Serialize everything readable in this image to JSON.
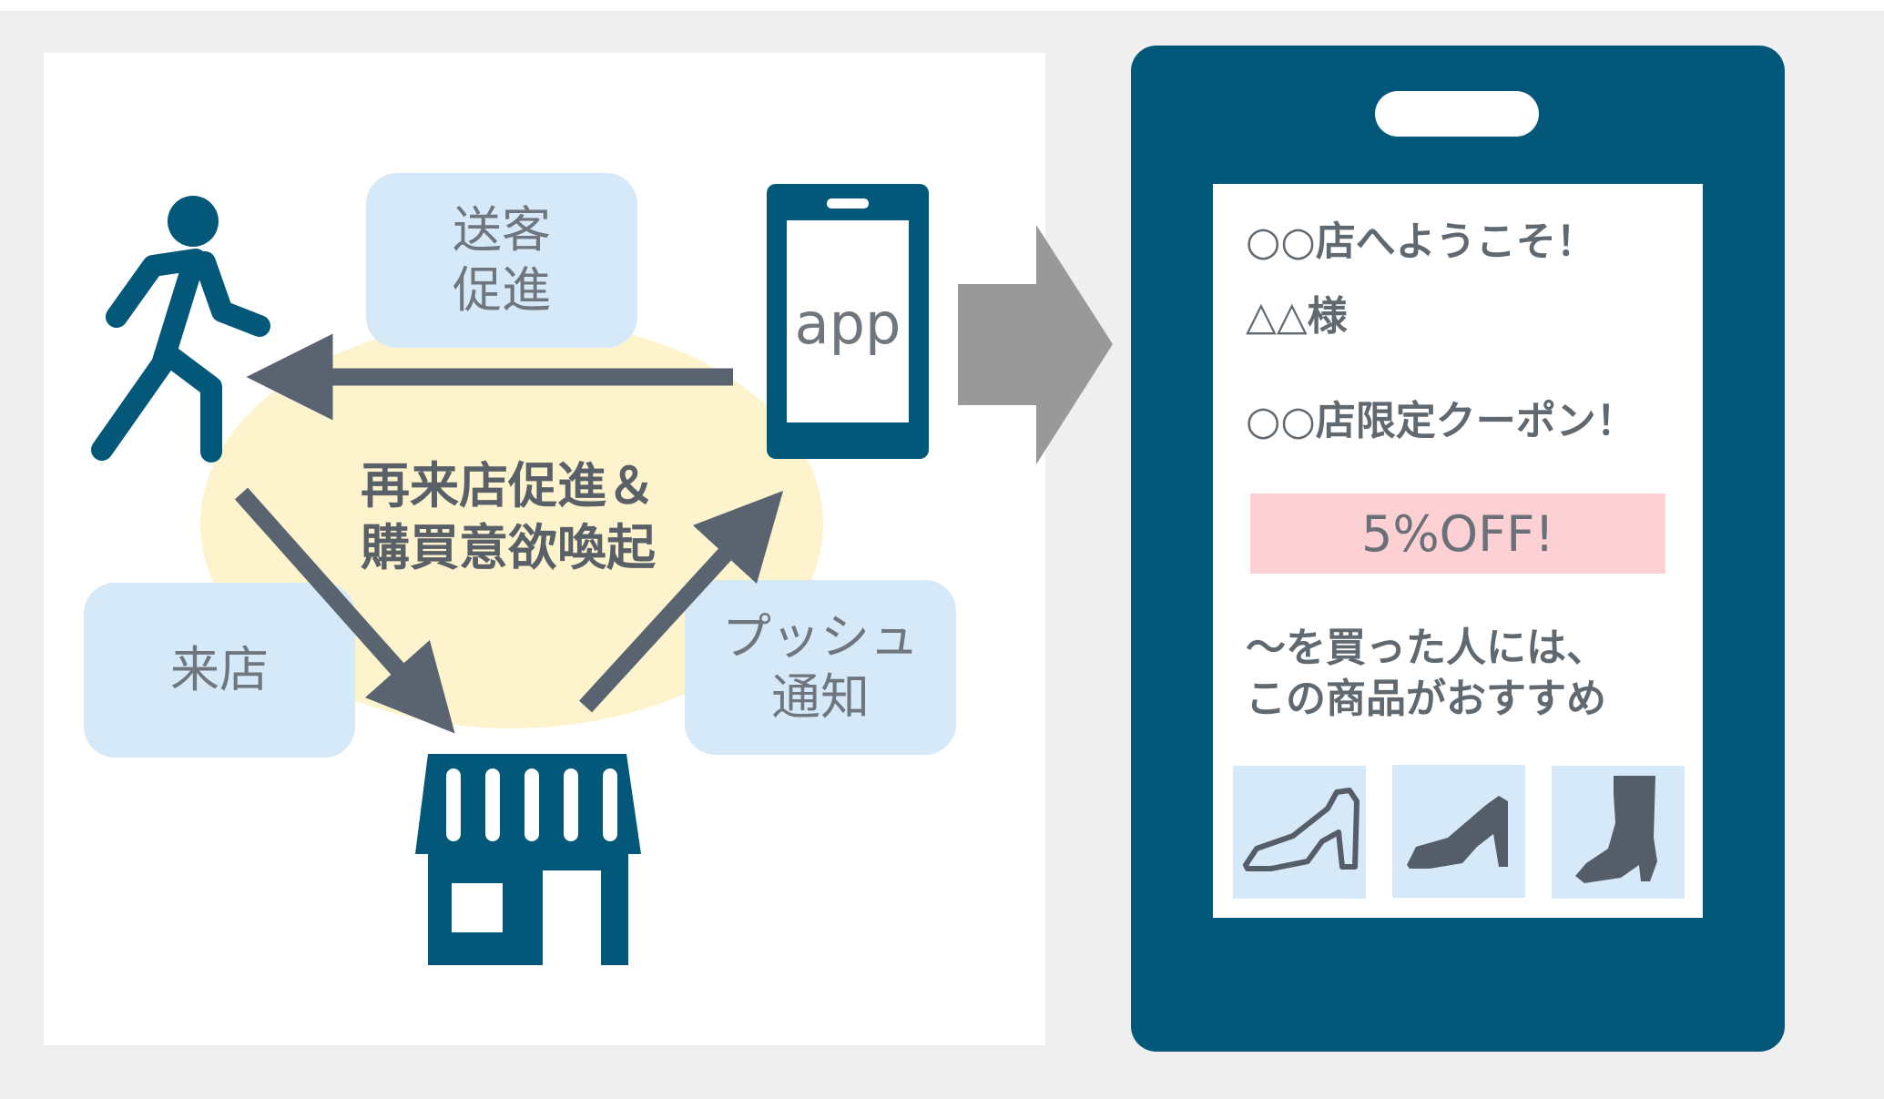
{
  "colors": {
    "page_background": "#efefef",
    "panel_background": "#ffffff",
    "brand_navy": "#03587a",
    "label_box": "#d6e9f8",
    "highlight_ellipse": "#fdf4cd",
    "arrow_gray": "#5a6370",
    "big_arrow_gray": "#999999",
    "coupon_background": "#fdd0d4",
    "product_tile": "#d6e9f8",
    "shoe_gray": "#555d68"
  },
  "icons": [
    "walking-person-icon",
    "smartphone-icon",
    "storefront-icon",
    "high-heel-outline-icon",
    "pump-shoe-icon",
    "boot-icon"
  ],
  "cycle": {
    "send_customers_label": "送客\n促進",
    "visit_store_label": "来店",
    "push_notification_label": "プッシュ\n通知",
    "app_label": "app",
    "center_label": "再来店促進＆\n購買意欲喚起"
  },
  "phone_screen": {
    "welcome": "○○店へようこそ！",
    "customer_name": "△△様",
    "coupon_title": "○○店限定クーポン！",
    "coupon_value": "5%OFF!",
    "recommendation": "～を買った人には、\nこの商品がおすすめ"
  }
}
